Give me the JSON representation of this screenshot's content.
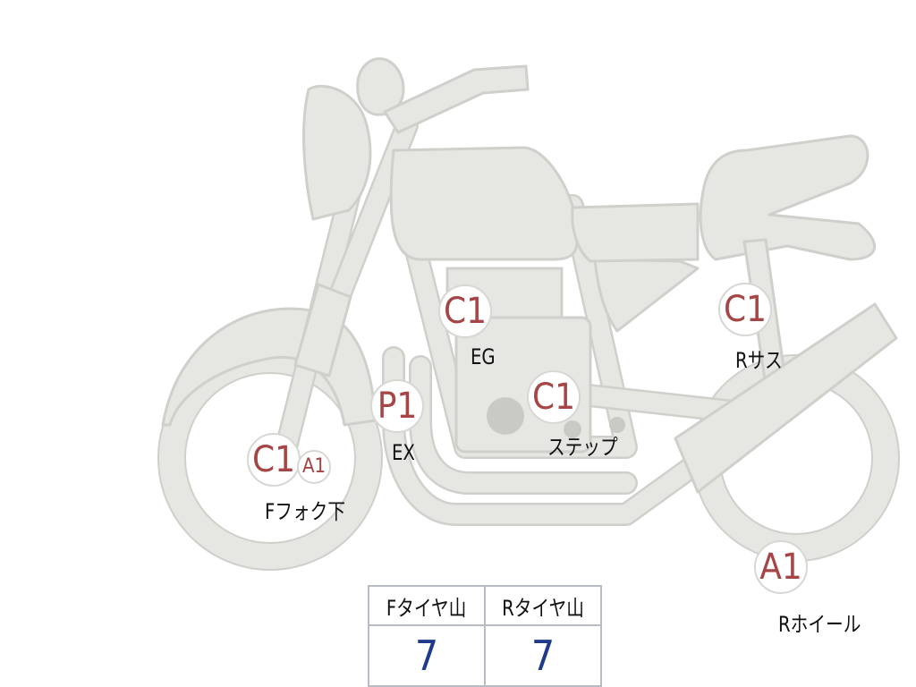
{
  "markers": [
    {
      "id": "eg",
      "code": "C1",
      "label": "EG"
    },
    {
      "id": "r-suspension",
      "code": "C1",
      "label": "Rサス"
    },
    {
      "id": "ex",
      "code": "P1",
      "label": "EX"
    },
    {
      "id": "step",
      "code": "C1",
      "label": "ステップ"
    },
    {
      "id": "f-fork",
      "code": "C1",
      "label": "Fフォク下"
    },
    {
      "id": "f-fork-a",
      "code": "A1",
      "label": ""
    },
    {
      "id": "r-wheel",
      "code": "A1",
      "label": "Rホイール"
    }
  ],
  "tire_table": {
    "headers": [
      "Fタイヤ山",
      "Rタイヤ山"
    ],
    "values": [
      "7",
      "7"
    ]
  },
  "colors": {
    "body": "#e6e6e3",
    "outline": "#cfcfcb",
    "code_text": "#a54545",
    "value_text": "#1f3a8a"
  }
}
